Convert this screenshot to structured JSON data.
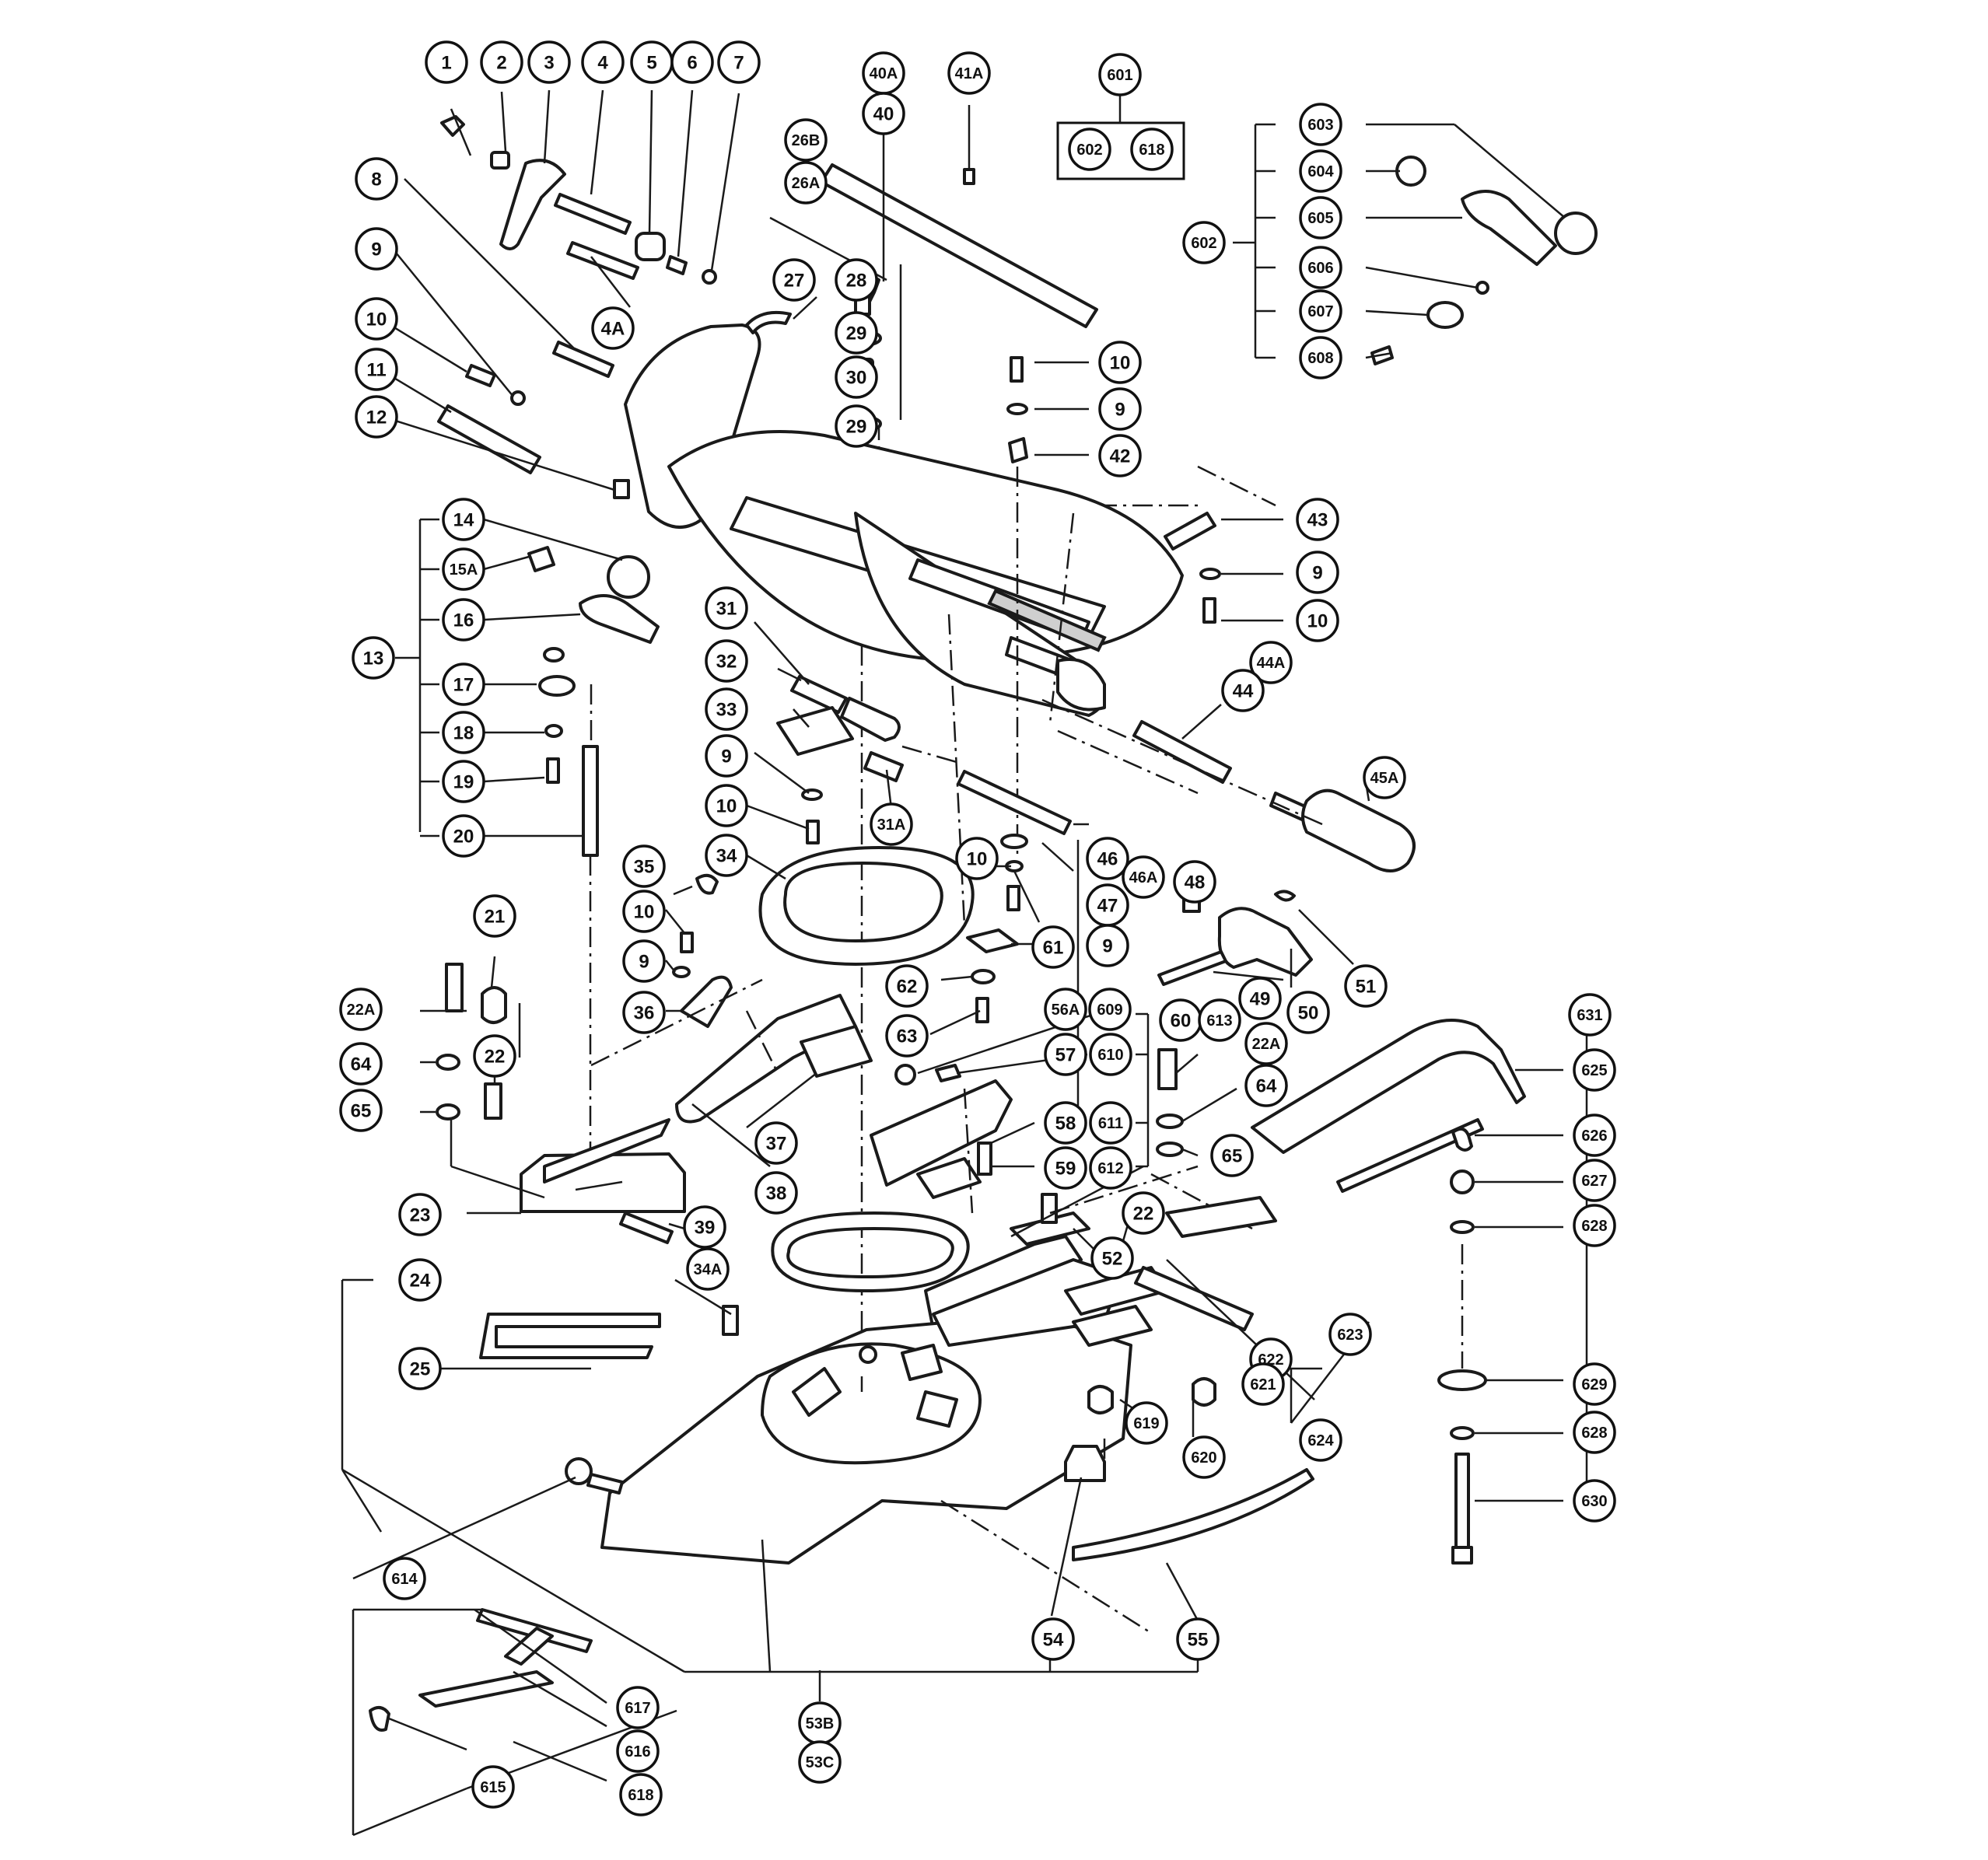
{
  "diagram": {
    "colors": {
      "ink": "#111111",
      "paper": "#ffffff"
    },
    "callouts": [
      {
        "id": "c1",
        "label": "1"
      },
      {
        "id": "c2",
        "label": "2"
      },
      {
        "id": "c3",
        "label": "3"
      },
      {
        "id": "c4",
        "label": "4"
      },
      {
        "id": "c5",
        "label": "5"
      },
      {
        "id": "c6",
        "label": "6"
      },
      {
        "id": "c7",
        "label": "7"
      },
      {
        "id": "c4A",
        "label": "4A"
      },
      {
        "id": "c8",
        "label": "8"
      },
      {
        "id": "c9a",
        "label": "9"
      },
      {
        "id": "c10a",
        "label": "10"
      },
      {
        "id": "c11",
        "label": "11"
      },
      {
        "id": "c12",
        "label": "12"
      },
      {
        "id": "c26B",
        "label": "26B"
      },
      {
        "id": "c26A",
        "label": "26A"
      },
      {
        "id": "c27",
        "label": "27"
      },
      {
        "id": "c28",
        "label": "28"
      },
      {
        "id": "c29a",
        "label": "29"
      },
      {
        "id": "c30",
        "label": "30"
      },
      {
        "id": "c29b",
        "label": "29"
      },
      {
        "id": "c40A",
        "label": "40A"
      },
      {
        "id": "c40",
        "label": "40"
      },
      {
        "id": "c41A",
        "label": "41A"
      },
      {
        "id": "c601",
        "label": "601"
      },
      {
        "id": "c602box",
        "label": "602"
      },
      {
        "id": "c618box",
        "label": "618"
      },
      {
        "id": "c603",
        "label": "603"
      },
      {
        "id": "c604",
        "label": "604"
      },
      {
        "id": "c605",
        "label": "605"
      },
      {
        "id": "c602",
        "label": "602"
      },
      {
        "id": "c606",
        "label": "606"
      },
      {
        "id": "c607",
        "label": "607"
      },
      {
        "id": "c608",
        "label": "608"
      },
      {
        "id": "c10b",
        "label": "10"
      },
      {
        "id": "c9b",
        "label": "9"
      },
      {
        "id": "c42",
        "label": "42"
      },
      {
        "id": "c14",
        "label": "14"
      },
      {
        "id": "c15A",
        "label": "15A"
      },
      {
        "id": "c16",
        "label": "16"
      },
      {
        "id": "c13",
        "label": "13"
      },
      {
        "id": "c17",
        "label": "17"
      },
      {
        "id": "c18",
        "label": "18"
      },
      {
        "id": "c19",
        "label": "19"
      },
      {
        "id": "c20",
        "label": "20"
      },
      {
        "id": "c43",
        "label": "43"
      },
      {
        "id": "c9c",
        "label": "9"
      },
      {
        "id": "c10c",
        "label": "10"
      },
      {
        "id": "c44A",
        "label": "44A"
      },
      {
        "id": "c44",
        "label": "44"
      },
      {
        "id": "c45A",
        "label": "45A"
      },
      {
        "id": "c31",
        "label": "31"
      },
      {
        "id": "c32",
        "label": "32"
      },
      {
        "id": "c33",
        "label": "33"
      },
      {
        "id": "c9d",
        "label": "9"
      },
      {
        "id": "c10d",
        "label": "10"
      },
      {
        "id": "c31A",
        "label": "31A"
      },
      {
        "id": "c34",
        "label": "34"
      },
      {
        "id": "c46",
        "label": "46"
      },
      {
        "id": "c46A",
        "label": "46A"
      },
      {
        "id": "c10e",
        "label": "10"
      },
      {
        "id": "c47",
        "label": "47"
      },
      {
        "id": "c9e",
        "label": "9"
      },
      {
        "id": "c48",
        "label": "48"
      },
      {
        "id": "c61",
        "label": "61"
      },
      {
        "id": "c35",
        "label": "35"
      },
      {
        "id": "c10f",
        "label": "10"
      },
      {
        "id": "c9f",
        "label": "9"
      },
      {
        "id": "c21",
        "label": "21"
      },
      {
        "id": "c22Aa",
        "label": "22A"
      },
      {
        "id": "c36",
        "label": "36"
      },
      {
        "id": "c62",
        "label": "62"
      },
      {
        "id": "c49",
        "label": "49"
      },
      {
        "id": "c50",
        "label": "50"
      },
      {
        "id": "c51",
        "label": "51"
      },
      {
        "id": "c63",
        "label": "63"
      },
      {
        "id": "c56A",
        "label": "56A"
      },
      {
        "id": "c609",
        "label": "609"
      },
      {
        "id": "c60",
        "label": "60"
      },
      {
        "id": "c613",
        "label": "613"
      },
      {
        "id": "c631",
        "label": "631"
      },
      {
        "id": "c64a",
        "label": "64"
      },
      {
        "id": "c22a",
        "label": "22"
      },
      {
        "id": "c57",
        "label": "57"
      },
      {
        "id": "c610",
        "label": "610"
      },
      {
        "id": "c22Ab",
        "label": "22A"
      },
      {
        "id": "c625",
        "label": "625"
      },
      {
        "id": "c64b",
        "label": "64"
      },
      {
        "id": "c65a",
        "label": "65"
      },
      {
        "id": "c58",
        "label": "58"
      },
      {
        "id": "c611",
        "label": "611"
      },
      {
        "id": "c626",
        "label": "626"
      },
      {
        "id": "c37",
        "label": "37"
      },
      {
        "id": "c65b",
        "label": "65"
      },
      {
        "id": "c59",
        "label": "59"
      },
      {
        "id": "c612",
        "label": "612"
      },
      {
        "id": "c627",
        "label": "627"
      },
      {
        "id": "c38",
        "label": "38"
      },
      {
        "id": "c23",
        "label": "23"
      },
      {
        "id": "c22b",
        "label": "22"
      },
      {
        "id": "c628a",
        "label": "628"
      },
      {
        "id": "c39",
        "label": "39"
      },
      {
        "id": "c34A",
        "label": "34A"
      },
      {
        "id": "c52",
        "label": "52"
      },
      {
        "id": "c24",
        "label": "24"
      },
      {
        "id": "c623",
        "label": "623"
      },
      {
        "id": "c622",
        "label": "622"
      },
      {
        "id": "c25",
        "label": "25"
      },
      {
        "id": "c621",
        "label": "621"
      },
      {
        "id": "c629",
        "label": "629"
      },
      {
        "id": "c619",
        "label": "619"
      },
      {
        "id": "c624",
        "label": "624"
      },
      {
        "id": "c628b",
        "label": "628"
      },
      {
        "id": "c620",
        "label": "620"
      },
      {
        "id": "c630",
        "label": "630"
      },
      {
        "id": "c614",
        "label": "614"
      },
      {
        "id": "c54",
        "label": "54"
      },
      {
        "id": "c55",
        "label": "55"
      },
      {
        "id": "c617",
        "label": "617"
      },
      {
        "id": "c53B",
        "label": "53B"
      },
      {
        "id": "c616",
        "label": "616"
      },
      {
        "id": "c53C",
        "label": "53C"
      },
      {
        "id": "c615",
        "label": "615"
      },
      {
        "id": "c618",
        "label": "618"
      }
    ]
  }
}
